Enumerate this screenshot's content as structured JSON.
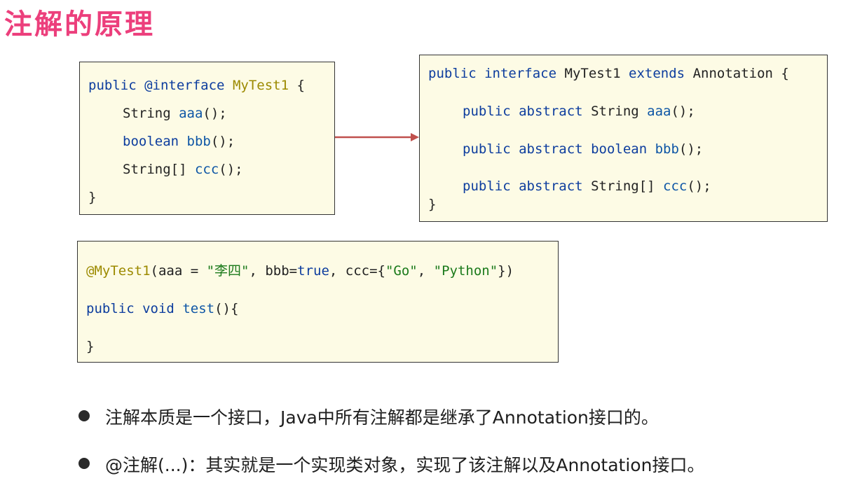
{
  "title": "注解的原理",
  "box_left": {
    "l1": {
      "kw1": "public",
      "kw2": "@interface",
      "name": "MyTest1",
      "tail": " {"
    },
    "l2": {
      "type": "String",
      "method": "aaa",
      "tail": "();"
    },
    "l3": {
      "type": "boolean",
      "method": "bbb",
      "tail": "();"
    },
    "l4": {
      "type": "String[]",
      "method": "ccc",
      "tail": "();"
    },
    "l5": "}"
  },
  "box_right": {
    "l1": {
      "kw1": "public",
      "kw2": "interface",
      "name": "MyTest1",
      "kw3": "extends",
      "parent": "Annotation",
      "tail": " {"
    },
    "l2": {
      "kw1": "public",
      "kw2": "abstract",
      "type": "String",
      "method": "aaa",
      "tail": "();"
    },
    "l3": {
      "kw1": "public",
      "kw2": "abstract",
      "type": "boolean",
      "method": "bbb",
      "tail": "();"
    },
    "l4": {
      "kw1": "public",
      "kw2": "abstract",
      "type": "String[]",
      "method": "ccc",
      "tail": "();"
    },
    "l5": "}"
  },
  "box_bottom": {
    "l1": {
      "annotation": "@MyTest1",
      "p1": "(aaa = ",
      "s1": "\"李四\"",
      "p2": ", bbb=",
      "bool": "true",
      "p3": ", ccc={",
      "s2": "\"Go\"",
      "p4": ", ",
      "s3": "\"Python\"",
      "p5": "})"
    },
    "l2": {
      "kw1": "public",
      "kw2": "void",
      "method": "test",
      "tail": "(){"
    },
    "l3": "}"
  },
  "bullets": [
    "注解本质是一个接口，Java中所有注解都是继承了Annotation接口的。",
    "@注解(...)：其实就是一个实现类对象，实现了该注解以及Annotation接口。"
  ],
  "colors": {
    "title": "#ec3f7c",
    "keyword": "#0d3d9e",
    "method": "#0e56a6",
    "annotation": "#9c8a00",
    "string": "#1b7a1b",
    "box_bg": "#fdfbe5",
    "arrow": "#c0504d"
  }
}
